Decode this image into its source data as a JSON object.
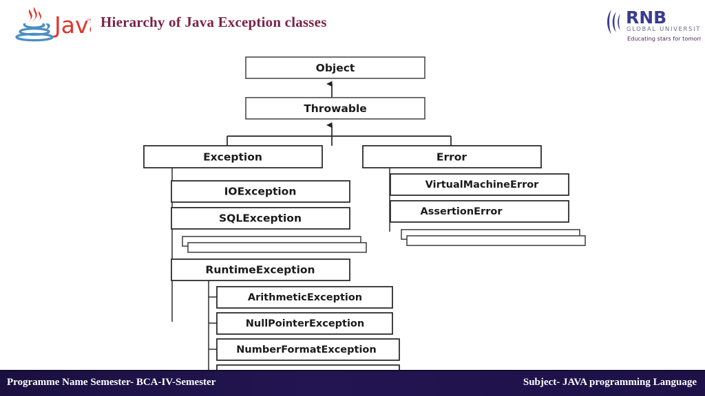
{
  "header": {
    "title": "Hierarchy of Java Exception classes",
    "title_color": "#7b2346",
    "java_logo": {
      "wordmark": "Java",
      "trademark": "™",
      "cup_color": "#4a8fc4",
      "steam_color": "#e0342b",
      "wordmark_color": "#e0342b"
    },
    "rnb_logo": {
      "name": "RNB",
      "subtitle": "GLOBAL UNIVERSITY",
      "tagline": "Educating stars for tomorrow",
      "brand_color": "#3b3b8f"
    }
  },
  "diagram": {
    "type": "class-hierarchy-tree",
    "root": "Object",
    "nodes": {
      "object": "Object",
      "throwable": "Throwable",
      "exception": "Exception",
      "error": "Error",
      "ioexception": "IOException",
      "sqlexception": "SQLException",
      "runtimeexception": "RuntimeException",
      "virtualmachineerror": "VirtualMachineError",
      "assertionerror": "AssertionError",
      "arithmeticexception": "ArithmeticException",
      "nullpointerexception": "NullPointerException",
      "numberformatexception": "NumberFormatException"
    },
    "edges": [
      {
        "from": "Throwable",
        "to": "Object",
        "arrow": "up"
      },
      {
        "from": "Exception",
        "to": "Throwable",
        "arrow": "up"
      },
      {
        "from": "Error",
        "to": "Throwable",
        "arrow": "up"
      },
      {
        "from": "IOException",
        "to": "Exception",
        "arrow": "none"
      },
      {
        "from": "SQLException",
        "to": "Exception",
        "arrow": "none"
      },
      {
        "from": "RuntimeException",
        "to": "Exception",
        "arrow": "none"
      },
      {
        "from": "VirtualMachineError",
        "to": "Error",
        "arrow": "none"
      },
      {
        "from": "AssertionError",
        "to": "Error",
        "arrow": "none"
      },
      {
        "from": "ArithmeticException",
        "to": "RuntimeException",
        "arrow": "none"
      },
      {
        "from": "NullPointerException",
        "to": "RuntimeException",
        "arrow": "none"
      },
      {
        "from": "NumberFormatException",
        "to": "RuntimeException",
        "arrow": "none"
      }
    ],
    "stacked_placeholder_boxes": 2,
    "box_fill": "#ffffff",
    "box_stroke": "#2b2b2b",
    "connector_color": "#232323"
  },
  "footer": {
    "left": "Programme Name Semester- BCA-IV-Semester",
    "right": "Subject- JAVA programming Language",
    "background": "#1d1147",
    "text_color": "#ffffff"
  }
}
